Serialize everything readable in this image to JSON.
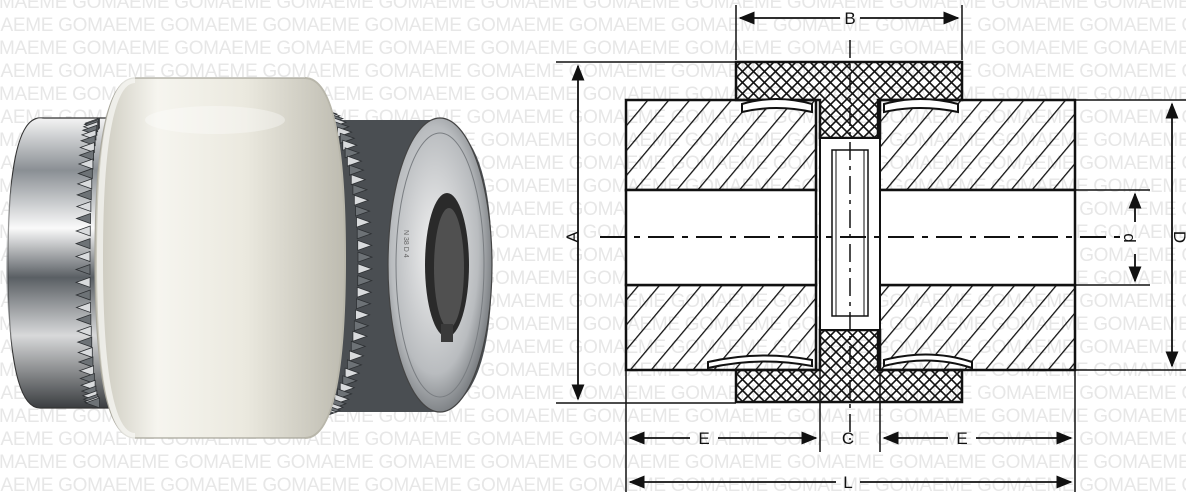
{
  "watermark": "GOMAEME",
  "product_image": "nylon gear coupling with splined steel hubs",
  "dimensions": {
    "A": "A",
    "B": "B",
    "C": "C",
    "D": "D",
    "d": "d",
    "E_left": "E",
    "E_right": "E",
    "L": "L"
  },
  "colors": {
    "sleeve": "#eceae0",
    "steel": "#9aa0a6",
    "line": "#111111",
    "watermark": "#e7e7e7"
  }
}
